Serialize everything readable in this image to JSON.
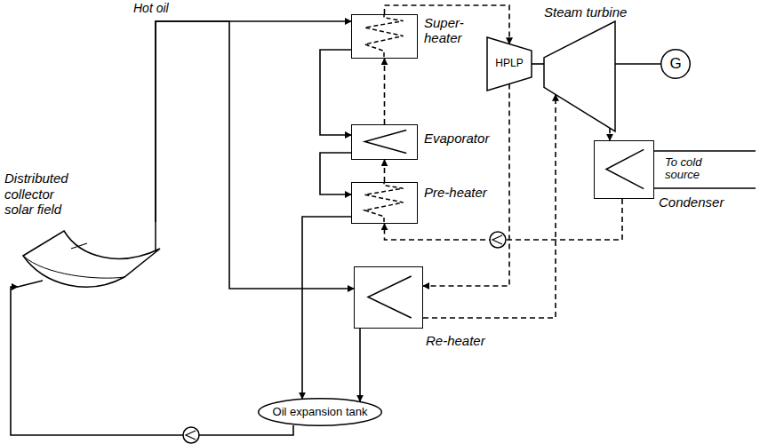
{
  "diagram": {
    "nodes": [
      {
        "text": [
          "Super- heater"
        ]
      },
      {
        "text": [
          "HPLP"
        ]
      },
      {
        "text": [
          "Steam turbine"
        ]
      },
      {
        "text": [
          "G"
        ]
      },
      {
        "text": [
          "Evaporator"
        ]
      },
      {
        "text": [
          "Pre-heater"
        ]
      },
      {
        "text": [
          "Condenser"
        ]
      },
      {
        "text": [
          "Distributed collector solar field"
        ]
      },
      {
        "text": [
          "Re-heater"
        ]
      },
      {
        "text": [
          "Oil expansion tank"
        ]
      }
    ],
    "edges": [
      {
        "from": 7,
        "to": 0,
        "arrow": "to"
      },
      {
        "from": 7,
        "to": 8,
        "arrow": "to"
      },
      {
        "from": 0,
        "to": 4,
        "arrow": "to"
      },
      {
        "from": 4,
        "to": 5,
        "arrow": "to"
      },
      {
        "from": 5,
        "to": 9,
        "arrow": "to"
      },
      {
        "from": 8,
        "to": 9,
        "arrow": "to"
      },
      {
        "from": 9,
        "to": 7,
        "arrow": "to"
      },
      {
        "from": 5,
        "to": 4,
        "arrow": "to"
      },
      {
        "from": 4,
        "to": 0,
        "arrow": "to"
      },
      {
        "from": 0,
        "to": 1,
        "arrow": "to"
      },
      {
        "from": 1,
        "to": 8,
        "arrow": "to"
      },
      {
        "from": 8,
        "to": 2,
        "arrow": "to"
      },
      {
        "from": 1,
        "to": 2,
        "arrow": "none"
      },
      {
        "from": 2,
        "to": 3,
        "arrow": "none"
      },
      {
        "from": 2,
        "to": 6,
        "arrow": "to"
      },
      {
        "from": 6,
        "to": 5,
        "arrow": "to"
      }
    ],
    "labels": [
      "Hot oil",
      "To cold source"
    ]
  }
}
